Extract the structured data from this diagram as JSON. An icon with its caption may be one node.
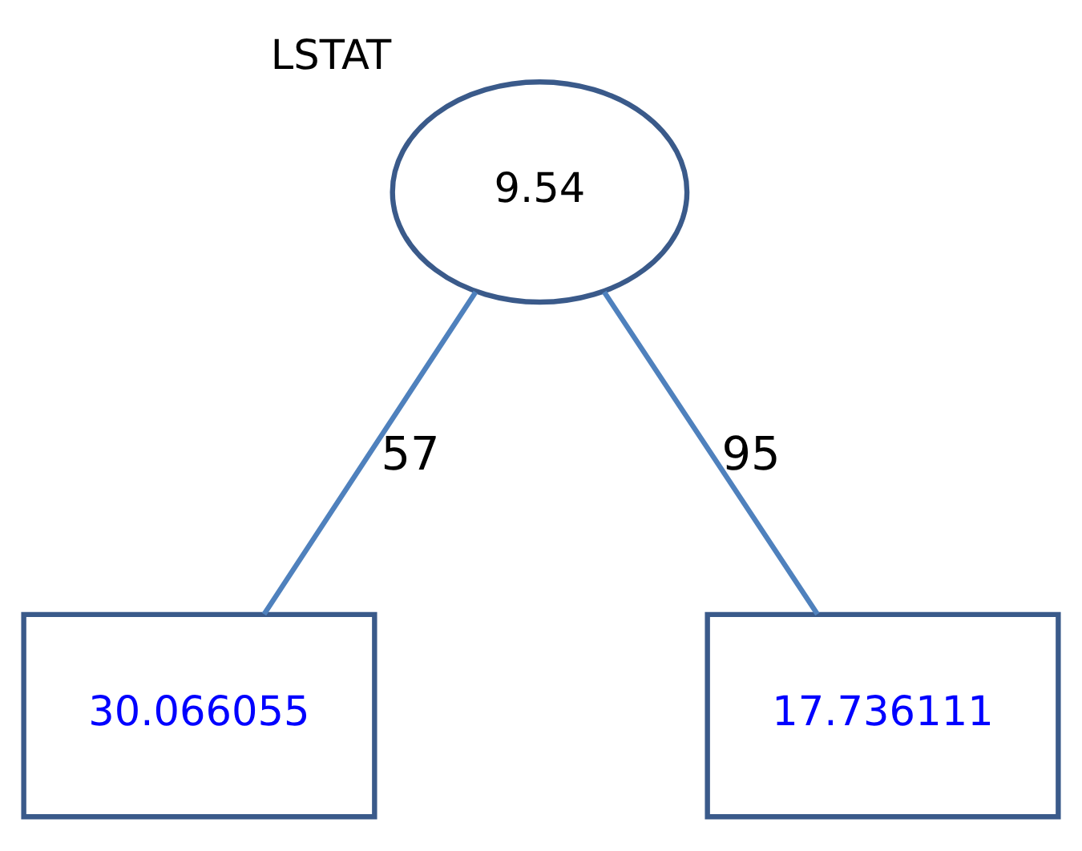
{
  "diagram": {
    "nodes": [
      {
        "text": [
          "9.54"
        ],
        "beside": [
          "LSTAT"
        ]
      },
      {
        "text": [
          "30.066055"
        ]
      },
      {
        "text": [
          "17.736111"
        ]
      }
    ],
    "edges": [
      {
        "from": 0,
        "to": 1,
        "arrow": "none",
        "label": "57"
      },
      {
        "from": 0,
        "to": 2,
        "arrow": "none",
        "label": "95"
      }
    ]
  }
}
